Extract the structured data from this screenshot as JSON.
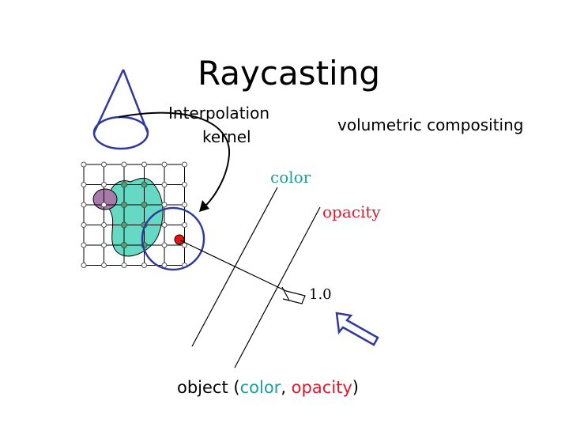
{
  "title": "Raycasting",
  "labels": {
    "interpolation_kernel_line1": "Interpolation",
    "interpolation_kernel_line2": "kernel",
    "volumetric_compositing": "volumetric compositing",
    "color": "color",
    "opacity": "opacity",
    "ray_value": "1.0"
  },
  "caption": {
    "prefix": "object (",
    "color_word": "color",
    "separator": ", ",
    "opacity_word": "opacity",
    "suffix": ")"
  },
  "colors": {
    "teal": "#66d9c4",
    "teal_text": "#1a9f9f",
    "red_text": "#e8152a",
    "red_sample": "#ee1111",
    "navy": "#303a9c",
    "purple": "#a77ba9",
    "grid_node": "#5b9b75"
  },
  "icons": [
    "camera-cone-icon",
    "kernel-circle-icon",
    "sample-point-icon",
    "hollow-arrow-icon"
  ]
}
